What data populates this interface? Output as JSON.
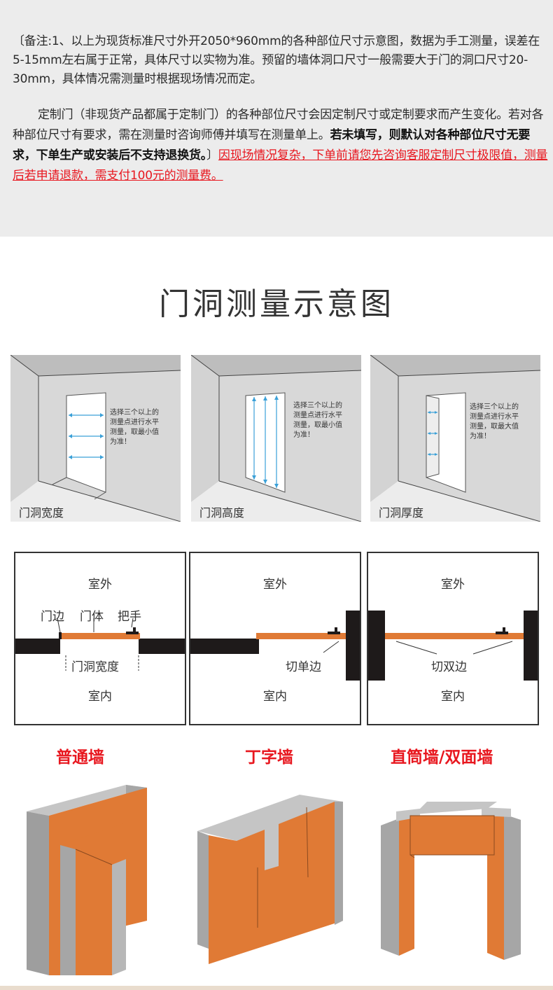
{
  "notes": {
    "p1": "〔备注:1、以上为现货标准尺寸外开2050*960mm的各种部位尺寸示意图，数据为手工测量，误差在5-15mm左右属于正常，具体尺寸以实物为准。预留的墙体洞口尺寸一般需要大于门的洞口尺寸20-30mm，具体情况需测量时根据现场情况而定。",
    "p2_normal": "定制门（非现货产品都属于定制门）的各种部位尺寸会因定制尺寸或定制要求而产生变化。若对各种部位尺寸有要求，需在测量时咨询师傅并填写在测量单上。",
    "p2_bold": "若未填写，则默认对各种部位尺寸无要求，下单生产或安装后不支持退换货。",
    "p2_bracket": "〕",
    "p2_red": "因现场情况复杂，下单前请您先咨询客服定制尺寸极限值，测量后若申请退款，需支付100元的测量费。"
  },
  "title": "门洞测量示意图",
  "panels": [
    {
      "label": "门洞宽度",
      "note": "选择三个以上的测量点进行水平测量，取最小值为准！"
    },
    {
      "label": "门洞高度",
      "note": "选择三个以上的测量点进行水平测量，取最小值为准！"
    },
    {
      "label": "门洞厚度",
      "note": "选择三个以上的测量点进行水平测量，取最大值为准！"
    }
  ],
  "diagrams": [
    {
      "outside": "室外",
      "inside": "室内",
      "door_edge": "门边",
      "door_body": "门体",
      "handle": "把手",
      "opening_width": "门洞宽度"
    },
    {
      "outside": "室外",
      "inside": "室内",
      "cut": "切单边"
    },
    {
      "outside": "室外",
      "inside": "室内",
      "cut": "切双边"
    }
  ],
  "walls": [
    {
      "title": "普通墙"
    },
    {
      "title": "丁字墙"
    },
    {
      "title": "直筒墙/双面墙"
    }
  ],
  "colors": {
    "accent_red": "#e8171f",
    "door_orange": "#e07a35",
    "wall_dark": "#1e1a1a",
    "note_bg": "#ececec"
  }
}
